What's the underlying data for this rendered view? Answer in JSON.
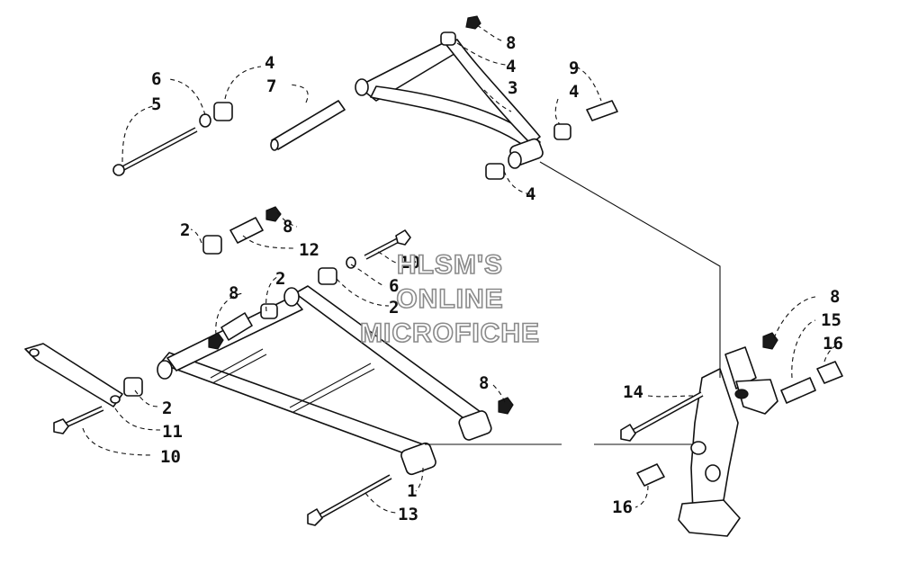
{
  "diagram": {
    "callouts": {
      "c_8_top": "8",
      "c_4_top": "4",
      "c_9": "9",
      "c_4_right": "4",
      "c_3": "3",
      "c_4_upper_left": "4",
      "c_7": "7",
      "c_6_upper": "6",
      "c_5": "5",
      "c_4_below": "4",
      "c_2_lower": "2",
      "c_8_mid": "8",
      "c_12": "12",
      "c_10_mid": "10",
      "c_6_mid": "6",
      "c_2_mid_a": "2",
      "c_8_left": "8",
      "c_2_mid_b": "2",
      "c_8_right": "8",
      "c_2_link": "2",
      "c_11": "11",
      "c_10_bottom": "10",
      "c_1": "1",
      "c_13": "13",
      "c_14": "14",
      "c_16_bottom": "16",
      "c_8_knuckle": "8",
      "c_15": "15",
      "c_16_right": "16"
    },
    "watermark": [
      "HLSM'S",
      "ONLINE",
      "MICROFICHE"
    ]
  }
}
